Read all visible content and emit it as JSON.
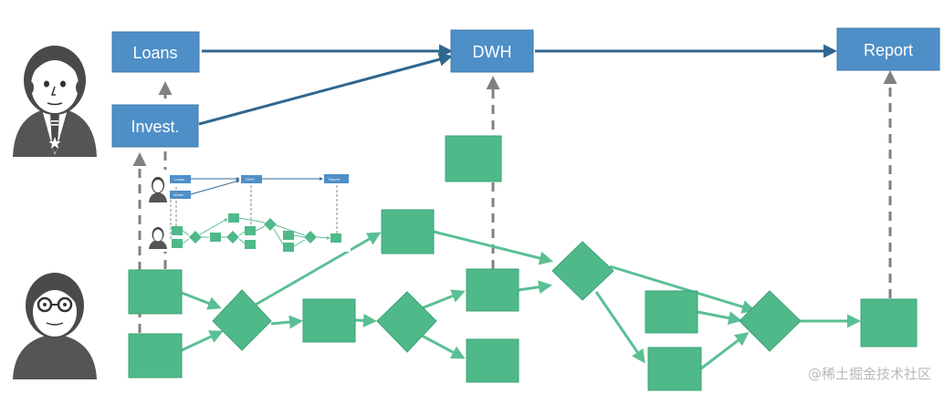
{
  "nodes": {
    "loans": "Loans",
    "invest": "Invest.",
    "dwh": "DWH",
    "report": "Report"
  },
  "icons": {
    "manager": "manager-person-icon",
    "engineer": "engineer-glasses-person-icon"
  },
  "colors": {
    "business_node": "#4e8fc8",
    "business_arrow": "#2f6690",
    "tech_node": "#4fb98a",
    "tech_arrow": "#5bbf94",
    "dependency_dash": "#808080"
  },
  "watermark": "@稀土掘金技术社区"
}
